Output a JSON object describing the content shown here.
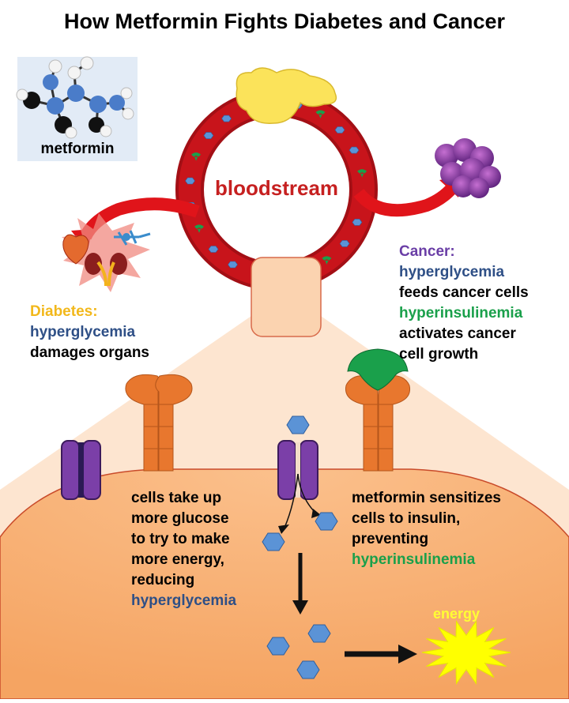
{
  "title": "How Metformin Fights Diabetes and Cancer",
  "molecule": {
    "label": "metformin",
    "icon": "metformin-molecule-icon"
  },
  "bloodstream": {
    "label": "bloodstream"
  },
  "diabetes": {
    "heading": "Diabetes:",
    "lines": [
      "hyperglycemia",
      "damages organs"
    ]
  },
  "cancer": {
    "heading": "Cancer:",
    "lines": [
      "hyperglycemia",
      "feeds cancer cells",
      "hyperinsulinemia",
      "activates cancer",
      "cell growth"
    ]
  },
  "cell_left_text": {
    "lines": [
      "cells take up",
      "more glucose",
      "to try to make",
      "more energy,",
      "reducing",
      "hyperglycemia"
    ]
  },
  "cell_right_text": {
    "lines": [
      "metformin sensitizes",
      "cells to insulin,",
      "preventing",
      "hyperinsulinemia"
    ]
  },
  "energy": {
    "label": "energy"
  },
  "colors": {
    "blood_red": "#c0141a",
    "blood_dark": "#8e0e12",
    "glucose_blue": "#5b93d6",
    "insulin_green": "#1aa04b",
    "receptor_orange": "#e8772e",
    "channel_purple": "#7b3fa8",
    "cell_orange": "#f8b27a",
    "cell_zoom_bg": "#fde5d0",
    "pancreas_yellow": "#fbe35a",
    "text_blue": "#2e4f86",
    "text_purple": "#6a3ea6",
    "text_gold": "#f2b81b",
    "energy_yellow": "#ffff00"
  }
}
